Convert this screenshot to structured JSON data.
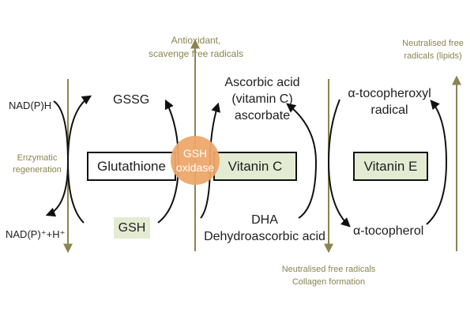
{
  "colors": {
    "olive": "#8a8450",
    "orange": "#eda66a",
    "green_fill": "#e3ecd3",
    "line": "#111111"
  },
  "labels": {
    "antioxidant": "Antioxidant,\nscavenge free radicals",
    "neutralised_lipids": "Neutralised free\nradicals (lipids)",
    "neutralised_collagen": "Neutralised free radicals\nCollagen formation",
    "enzymatic": "Enzymatic\nregeneration",
    "nadph": "NAD(P)H",
    "nadp": "NAD(P)⁺+H⁺",
    "gssg": "GSSG",
    "gsh": "GSH",
    "ascorbic": "Ascorbic acid\n(vitamin C)\nascorbate",
    "dha": "DHA\nDehydroascorbic acid",
    "tocopheroxyl": "α-tocopheroxyl\nradical",
    "tocopherol": "α-tocopherol"
  },
  "boxes": {
    "glutathione": "Glutathione",
    "vitamin_c": "Vitanin C",
    "vitamin_e": "Vitanin E",
    "gsh_oxidase": "GSH\noxidase"
  },
  "icons": [
    "arrow-up-icon",
    "arrow-down-icon",
    "curved-arrow-icon"
  ]
}
